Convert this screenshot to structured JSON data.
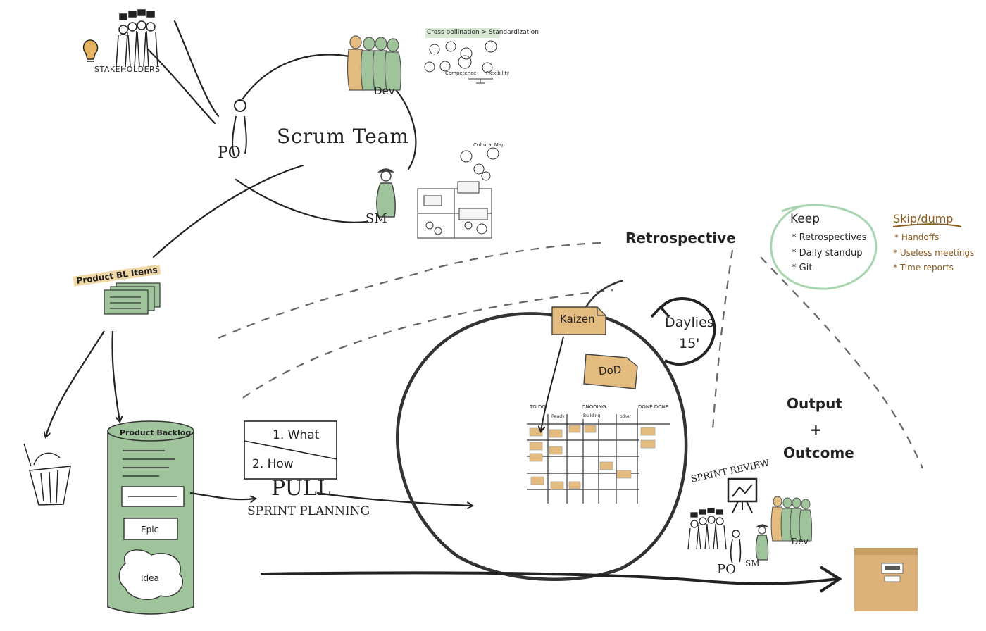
{
  "scrum_team": {
    "stakeholders_label": "STAKEHOLDERS",
    "team_label": "Scrum Team",
    "po_label": "PO",
    "sm_label": "SM",
    "dev_label": "Dev",
    "cross_pollination_label": "Cross pollination > Standardization",
    "competence_label": "Competence",
    "flexibility_label": "Flexibility",
    "cultural_map_label": "Cultural Map"
  },
  "backlog": {
    "product_bl_items_label": "Product BL Items",
    "product_backlog_label": "Product Backlog",
    "epic_label": "Epic",
    "idea_label": "Idea"
  },
  "sprint_planning": {
    "what_label": "1. What",
    "how_label": "2. How",
    "pull_label": "PULL",
    "planning_label": "SPRINT PLANNING"
  },
  "sprint": {
    "kaizen_label": "Kaizen",
    "dod_label": "DoD",
    "daylies_label": "Daylies",
    "daylies_duration": "15'",
    "board": {
      "todo_label": "TO DO",
      "ongoing_label": "ONGOING",
      "done_done_label": "DONE DONE",
      "ready_label": "Ready",
      "building_label": "Building",
      "other_label": "other"
    }
  },
  "retrospective": {
    "title": "Retrospective",
    "keep_label": "Keep",
    "keep_items": [
      "* Retrospectives",
      "* Daily standup",
      "* Git"
    ],
    "skip_label": "Skip/dump",
    "skip_items": [
      "* Handoffs",
      "* Useless meetings",
      "* Time reports"
    ]
  },
  "review": {
    "sprint_review_label": "SPRINT REVIEW",
    "output_label": "Output",
    "plus_label": "+",
    "outcome_label": "Outcome",
    "po_label": "PO",
    "sm_label": "SM",
    "dev_label": "Dev"
  },
  "colors": {
    "green": "#9fc49c",
    "green_dark": "#6f9a72",
    "tan": "#e4bc80",
    "box": "#dcb27a",
    "line": "#222222",
    "keep_circle": "#a8d4b0",
    "skip_text": "#8a5a1e"
  }
}
